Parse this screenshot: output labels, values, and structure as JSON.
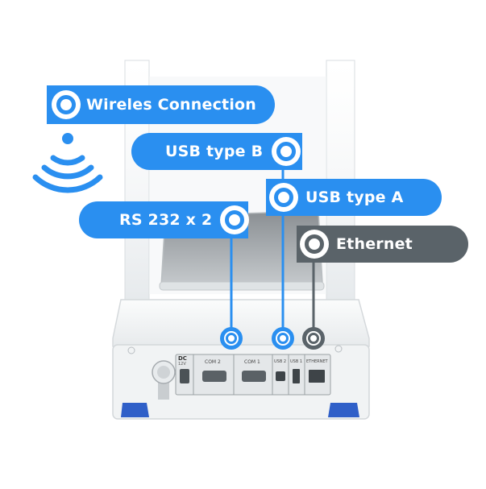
{
  "callouts": {
    "wireless": "Wireles Connection",
    "usb_b": "USB type B",
    "usb_a": "USB type A",
    "rs232": "RS 232 x 2",
    "ethernet": "Ethernet"
  },
  "panel": {
    "dc_label": "DC",
    "dc_sub": "12V",
    "com2": "COM 2",
    "com1": "COM 1",
    "usb2": "USB 2",
    "usb1": "USB 1",
    "ethernet": "ETHERNET"
  },
  "colors": {
    "accent": "#2a8ff0",
    "gray": "#5a6369",
    "feet": "#2f5fc8"
  },
  "icons": {
    "wireless": "wifi-icon",
    "connector": "target-ring-icon"
  }
}
